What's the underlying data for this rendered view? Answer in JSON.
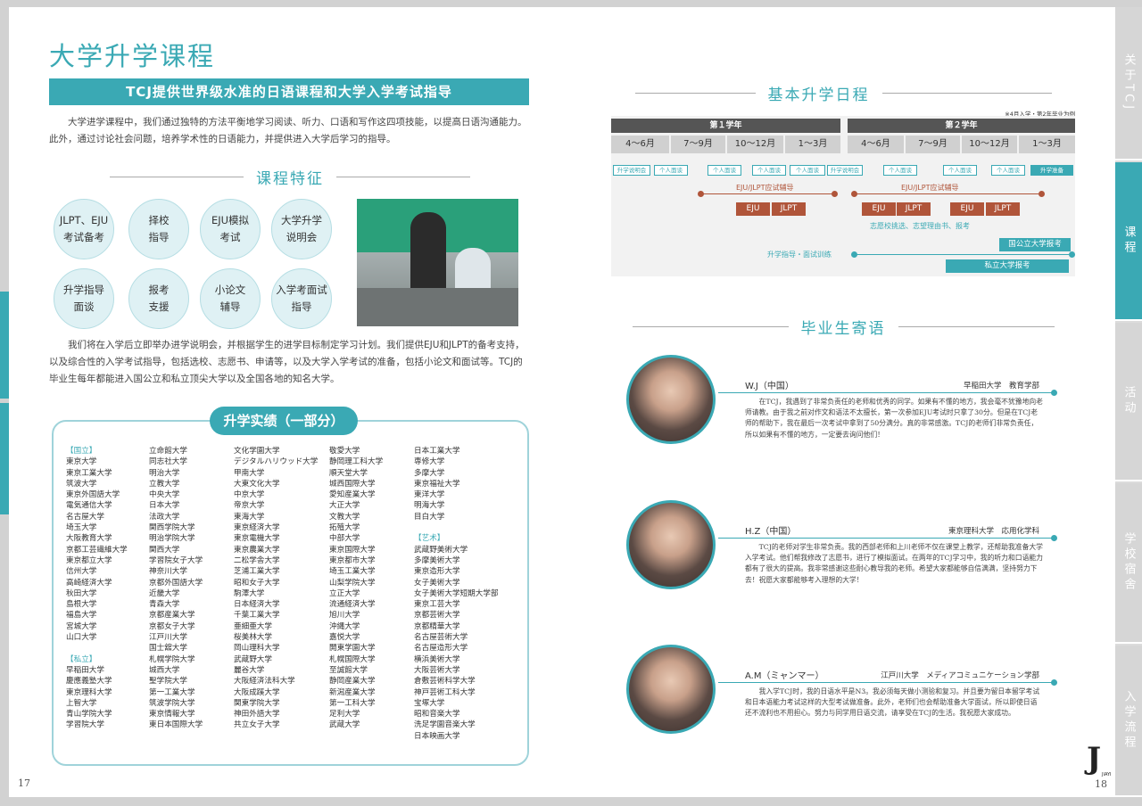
{
  "left": {
    "title": "大学升学课程",
    "banner": "TCJ提供世界级水准的日语课程和大学入学考试指导",
    "intro": "大学进学课程中，我们通过独特的方法平衡地学习阅读、听力、口语和写作这四项技能，以提高日语沟通能力。此外，通过讨论社会问题，培养学术性的日语能力，并提供进入大学后学习的指导。",
    "features_title": "课程特征",
    "features": [
      "JLPT、EJU\n考试备考",
      "择校\n指导",
      "EJU模拟\n考试",
      "大学升学\n说明会",
      "升学指导\n面谈",
      "报考\n支援",
      "小论文\n辅导",
      "入学考面试\n指导"
    ],
    "body": "我们将在入学后立即举办进学说明会，并根据学生的进学目标制定学习计划。我们提供EJU和JLPT的备考支持，以及综合性的入学考试指导，包括选校、志愿书、申请等，以及大学入学考试的准备，包括小论文和面试等。TCJ的毕业生每年都能进入国公立和私立顶尖大学以及全国各地的知名大学。",
    "results_title": "升学实绩（一部分）",
    "columns": [
      [
        "【国立】",
        "東京大学",
        "東京工業大学",
        "筑波大学",
        "東京外国語大学",
        "電気通信大学",
        "名古屋大学",
        "埼玉大学",
        "大阪教育大学",
        "京都工芸繊維大学",
        "東京都立大学",
        "信州大学",
        "高崎経済大学",
        "秋田大学",
        "島根大学",
        "福島大学",
        "宮城大学",
        "山口大学",
        "",
        "【私立】",
        "早稲田大学",
        "慶應義塾大学",
        "東京理科大学",
        "上智大学",
        "青山学院大学",
        "学習院大学"
      ],
      [
        "立命館大学",
        "同志社大学",
        "明治大学",
        "立教大学",
        "中央大学",
        "日本大学",
        "法政大学",
        "関西学院大学",
        "明治学院大学",
        "関西大学",
        "学習院女子大学",
        "神奈川大学",
        "京都外国語大学",
        "近畿大学",
        "青森大学",
        "京都産業大学",
        "京都女子大学",
        "江戸川大学",
        "国士舘大学",
        "札幌学院大学",
        "城西大学",
        "聖学院大学",
        "第一工業大学",
        "筑波学院大学",
        "東京情報大学",
        "東日本国際大学"
      ],
      [
        "文化学園大学",
        "デジタルハリウッド大学",
        "甲南大学",
        "大東文化大学",
        "中京大学",
        "帝京大学",
        "東海大学",
        "東京経済大学",
        "東京電機大学",
        "東京農業大学",
        "二松学舎大学",
        "芝浦工業大学",
        "昭和女子大学",
        "駒澤大学",
        "日本経済大学",
        "千葉工業大学",
        "亜細亜大学",
        "桜美林大学",
        "岡山理科大学",
        "武蔵野大学",
        "麗谷大学",
        "大阪経済法科大学",
        "大阪成蹊大学",
        "関東学院大学",
        "神田外語大学",
        "共立女子大学"
      ],
      [
        "敬愛大学",
        "静岡理工科大学",
        "順天堂大学",
        "城西国際大学",
        "愛知産業大学",
        "大正大学",
        "文教大学",
        "拓殖大学",
        "中部大学",
        "東京国際大学",
        "東京都市大学",
        "埼玉工業大学",
        "山梨学院大学",
        "立正大学",
        "流通経済大学",
        "旭川大学",
        "沖縄大学",
        "嘉悦大学",
        "開東学園大学",
        "札幌国際大学",
        "至誠館大学",
        "静岡産業大学",
        "新潟産業大学",
        "第一工科大学",
        "足利大学",
        "武蔵大学"
      ],
      [
        "日本工業大学",
        "専修大学",
        "多摩大学",
        "東京福祉大学",
        "東洋大学",
        "明海大学",
        "目白大学",
        "",
        "【艺术】",
        "武蔵野美術大学",
        "多摩美術大学",
        "東京造形大学",
        "女子美術大学",
        "女子美術大学短期大学部",
        "東京工芸大学",
        "京都芸術大学",
        "京都精華大学",
        "名古屋芸術大学",
        "名古屋造形大学",
        "横浜美術大学",
        "大阪芸術大学",
        "倉敷芸術科学大学",
        "神戸芸術工科大学",
        "宝塚大学",
        "昭和音楽大学",
        "洗足学園音楽大学",
        "日本映画大学"
      ]
    ],
    "page_no": "17"
  },
  "right": {
    "schedule_title": "基本升学日程",
    "schedule_note": "※4月入学・第2年毕业为例",
    "years": [
      "第１学年",
      "第２学年"
    ],
    "months": [
      "4～6月",
      "7～9月",
      "10～12月",
      "1～3月",
      "4～6月",
      "7～9月",
      "10～12月",
      "1～3月"
    ],
    "events": [
      "升学说明会",
      "个人面谈",
      "个人面谈",
      "个人面谈",
      "个人面谈",
      "升学说明会",
      "个人面谈",
      "个人面谈",
      "个人面谈",
      "个人面谈",
      "升学准备"
    ],
    "eju_label1": "EJU/JLPT应试辅导",
    "eju_label2": "EJU/JLPT应试辅导",
    "tags": [
      "EJU",
      "JLPT",
      "EJU",
      "JLPT",
      "EJU",
      "JLPT"
    ],
    "apply_note": "志愿校挑选、志望理由书、报考",
    "guidance": "升学指导・面试训练",
    "public_apply": "国公立大学报考",
    "private_apply": "私立大学报考",
    "alumni_title": "毕业生寄语",
    "testimonials": [
      {
        "name": "W.J（中国）",
        "school": "早稲田大学　教育学部",
        "text": "在TCJ，我遇到了非常负责任的老师和优秀的同学。如果有不懂的地方，我会毫不犹豫地向老师请教。由于我之前对作文和语法不太擅长，第一次参加EJU考试时只拿了30分。但是在TCJ老师的帮助下，我在最后一次考试中拿到了50分满分。真的非常感激。TCJ的老师们非常负责任，所以如果有不懂的地方，一定要去询问他们！"
      },
      {
        "name": "H.Z（中国）",
        "school": "東京理科大学　応用化学科",
        "text": "TCJ的老师对学生非常负责。我的西部老师和上川老师不仅在课堂上教学，还帮助我准备大学入学考试。他们帮我修改了志愿书，进行了模拟面试。在两年的TCJ学习中，我的听力和口语能力都有了很大的提高。我非常感谢这些耐心教导我的老师。希望大家都能够自信满满，坚持努力下去！祝愿大家都能够考入理想的大学！"
      },
      {
        "name": "A.M（ミャンマー）",
        "school": "江戸川大学　メディアコミュニケーション学部",
        "text": "我入学TCJ时，我的日语水平是N3。我必须每天做小测验和复习。并且要为留日本留学考试和日本语能力考试这样的大型考试做准备。此外，老师们也会帮助准备大学面试，所以即使日语还不流利也不用担心。努力与同学用日语交流，请享受在TCJ的生活。我祝愿大家成功。"
      }
    ],
    "logo": "J",
    "logo_sub": "JIAYI",
    "page_no": "18"
  },
  "sidetabs": [
    "关于TCJ",
    "课程",
    "活动",
    "学校宿舍",
    "入学流程"
  ],
  "colors": {
    "accent": "#3aa9b4",
    "brown": "#b0553a"
  }
}
